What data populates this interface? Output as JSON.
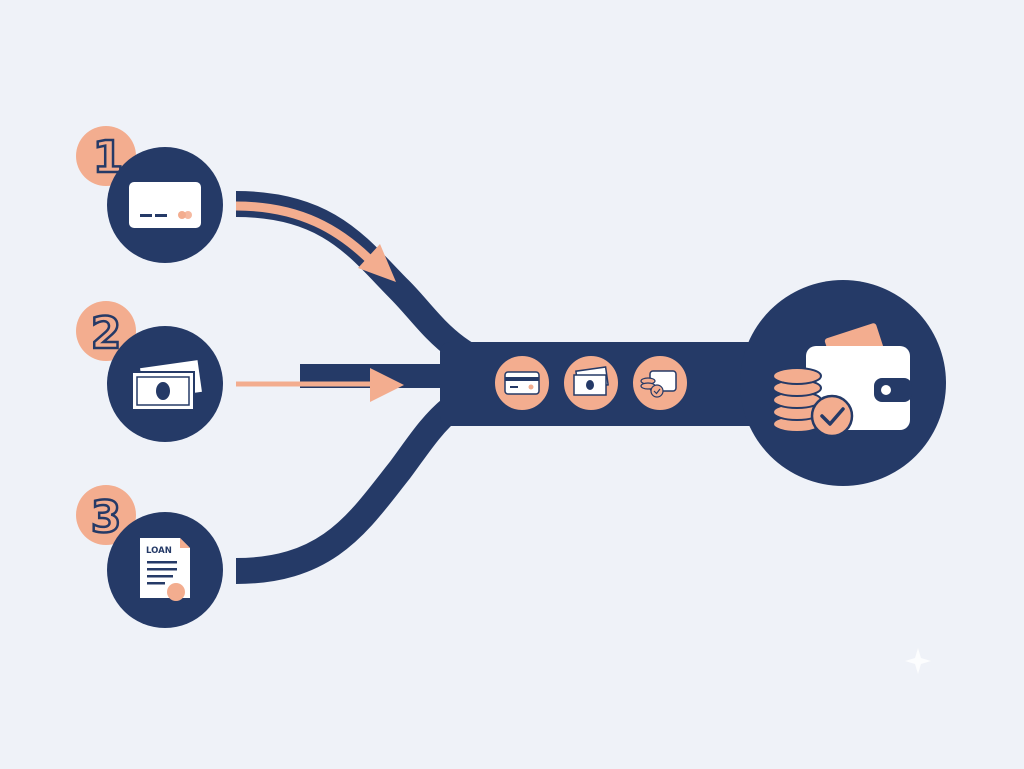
{
  "colors": {
    "background": "#eff2f8",
    "navy": "#253a67",
    "peach": "#f3ad8f",
    "white": "#ffffff"
  },
  "sources": [
    {
      "number": "1",
      "icon": "credit-card-icon"
    },
    {
      "number": "2",
      "icon": "cash-bills-icon"
    },
    {
      "number": "3",
      "icon": "loan-document-icon",
      "label": "LOAN"
    }
  ],
  "merged_icons": [
    "credit-card-icon",
    "cash-bills-icon",
    "coins-wallet-icon"
  ],
  "destination": {
    "icon": "wallet-coins-check-icon"
  }
}
